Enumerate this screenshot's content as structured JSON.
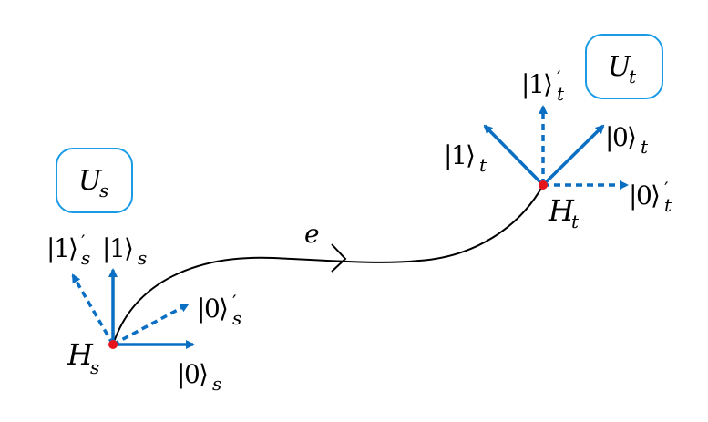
{
  "colors": {
    "vector": "#0a6fc2",
    "box": "#1a9be6",
    "node": "#e8141c",
    "curve": "#000000"
  },
  "edge": {
    "label": "e"
  },
  "source": {
    "hilbert_symbol": "H",
    "hilbert_sub": "s",
    "unitary": {
      "letter": "U",
      "sub": "s"
    },
    "vectors": [
      {
        "kind": "solid",
        "ket": "1",
        "prime": false,
        "sub": "s"
      },
      {
        "kind": "solid",
        "ket": "0",
        "prime": false,
        "sub": "s"
      },
      {
        "kind": "dashed",
        "ket": "1",
        "prime": true,
        "sub": "s"
      },
      {
        "kind": "dashed",
        "ket": "0",
        "prime": true,
        "sub": "s"
      }
    ]
  },
  "target": {
    "hilbert_symbol": "H",
    "hilbert_sub": "t",
    "unitary": {
      "letter": "U",
      "sub": "t"
    },
    "vectors": [
      {
        "kind": "solid",
        "ket": "1",
        "prime": false,
        "sub": "t"
      },
      {
        "kind": "solid",
        "ket": "0",
        "prime": false,
        "sub": "t"
      },
      {
        "kind": "dashed",
        "ket": "1",
        "prime": true,
        "sub": "t"
      },
      {
        "kind": "dashed",
        "ket": "0",
        "prime": true,
        "sub": "t"
      }
    ]
  },
  "glyphs": {
    "ket_open": "|",
    "ket_close": "⟩",
    "prime": "′"
  }
}
